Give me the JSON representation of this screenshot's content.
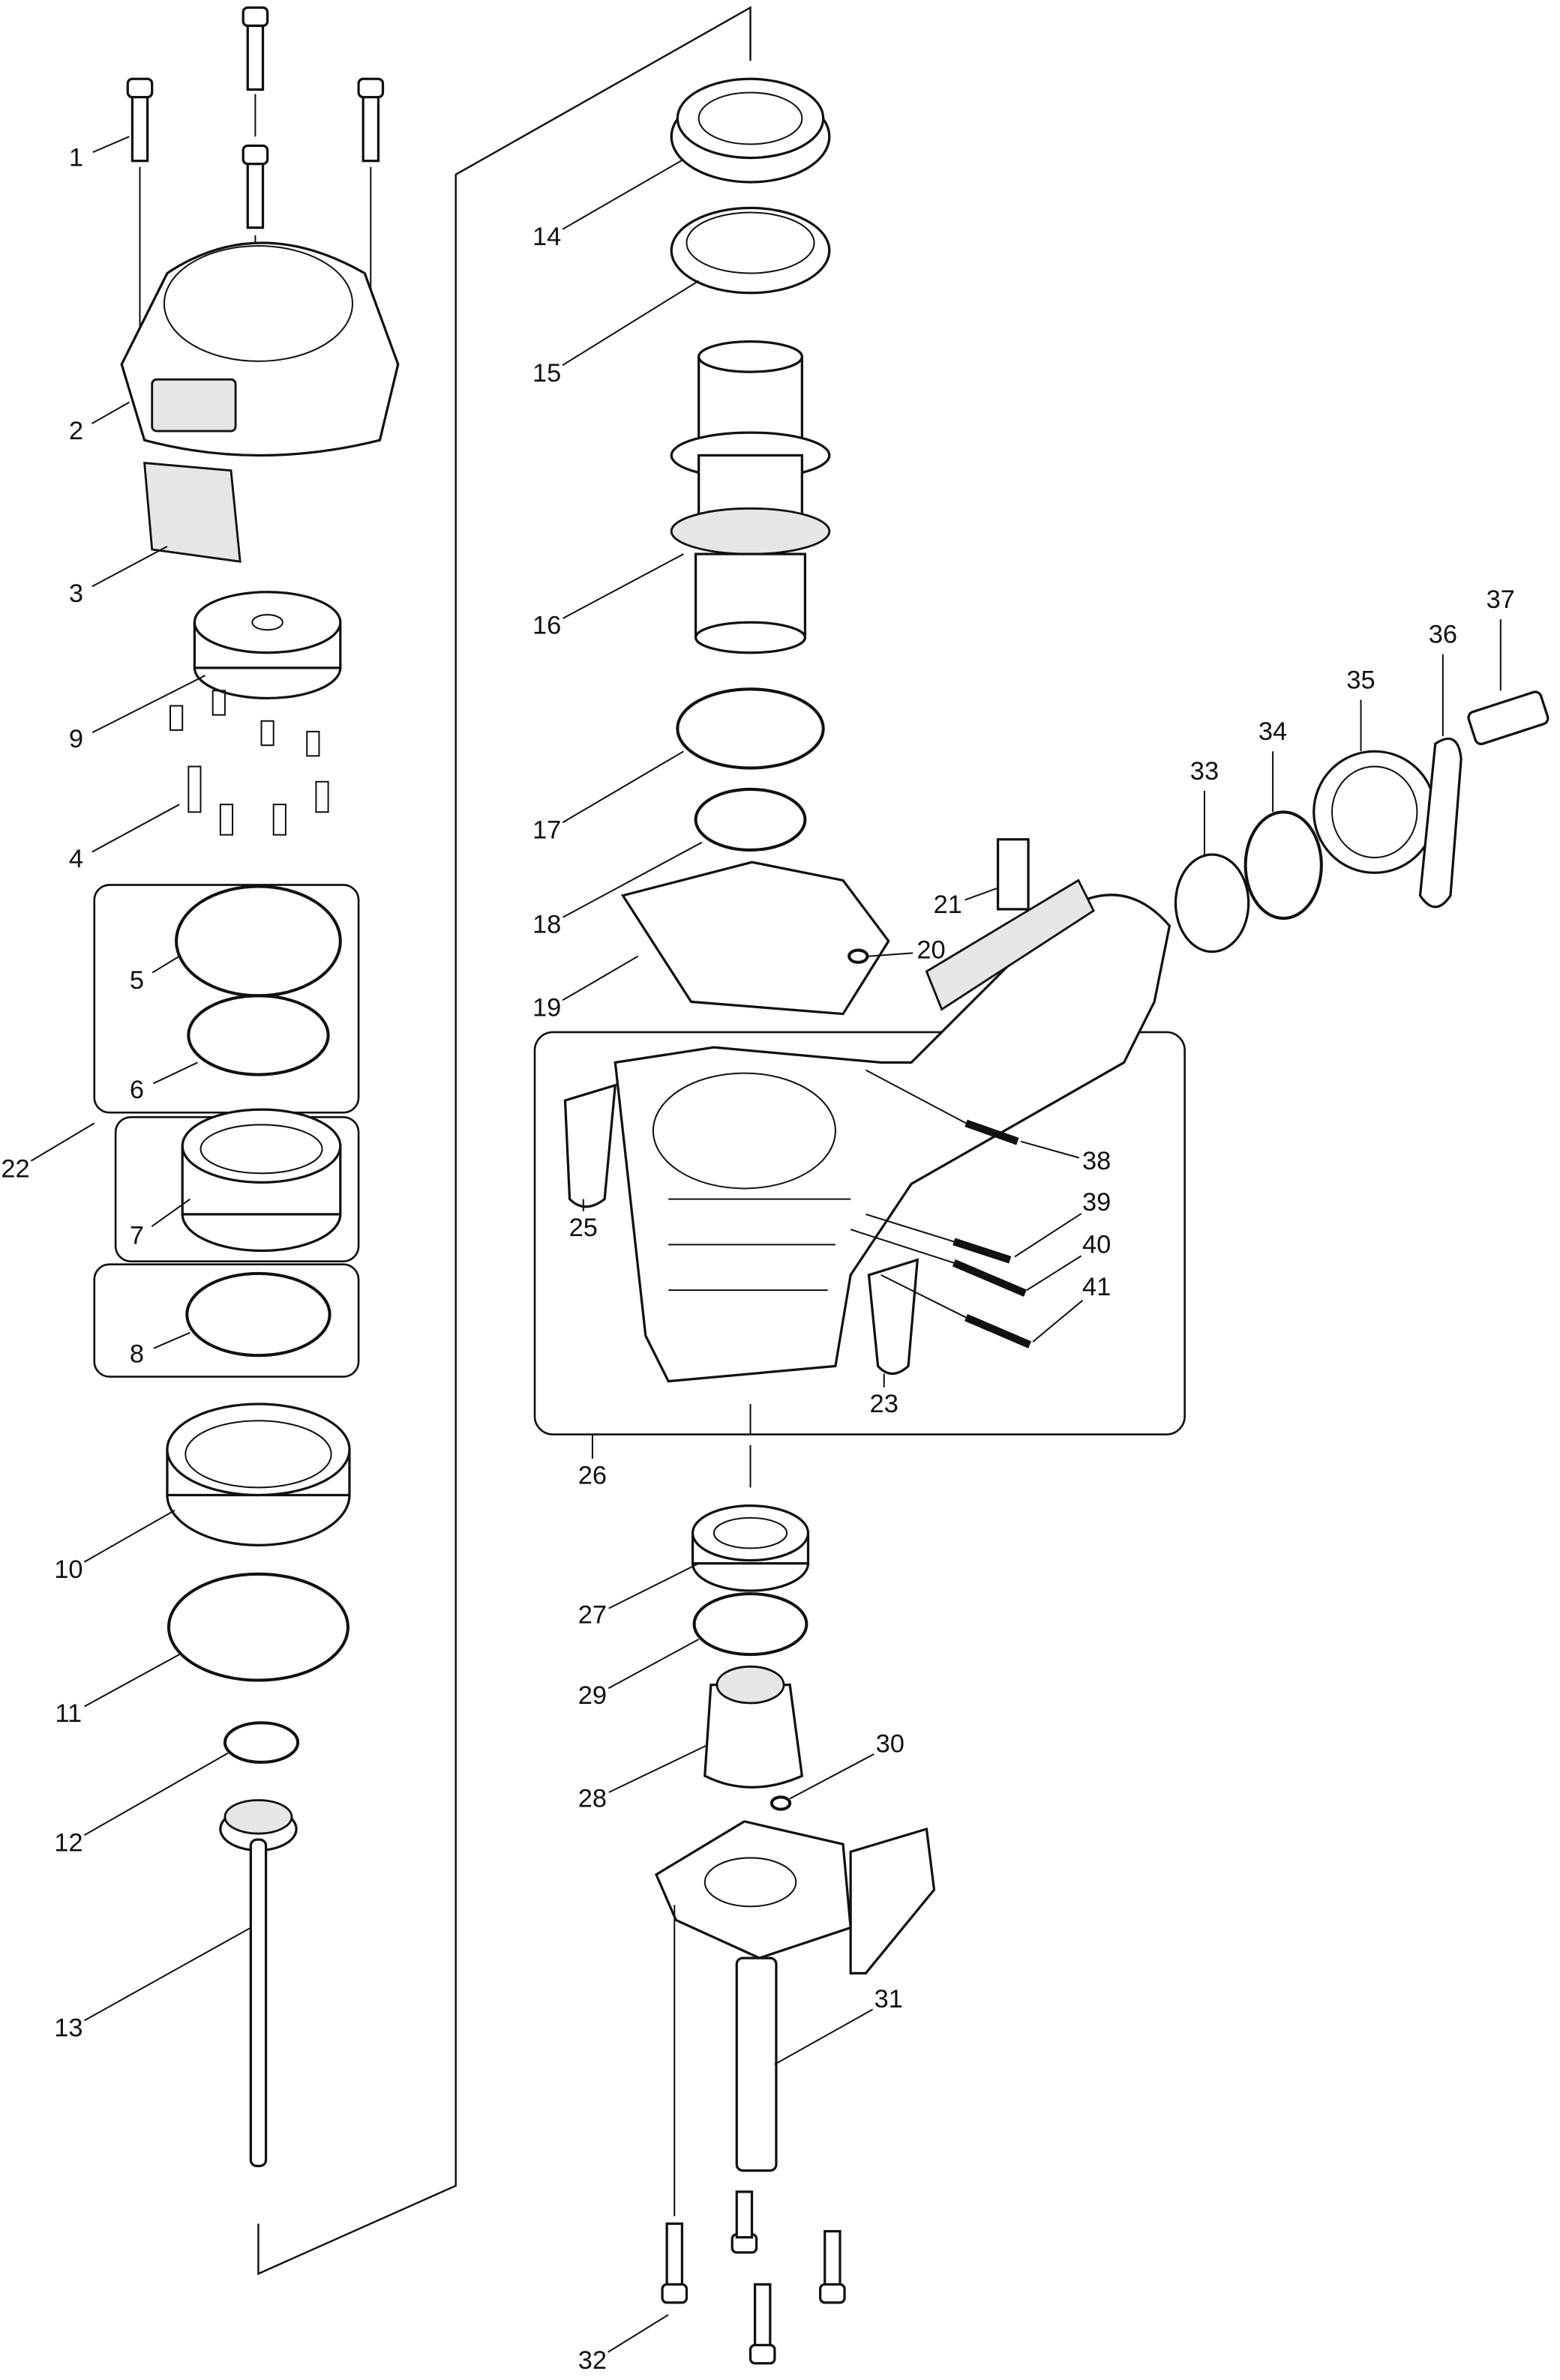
{
  "diagram": {
    "type": "exploded-parts-view",
    "part_numbers": [
      "1",
      "2",
      "3",
      "4",
      "5",
      "6",
      "7",
      "8",
      "9",
      "10",
      "11",
      "12",
      "13",
      "14",
      "15",
      "16",
      "17",
      "18",
      "19",
      "20",
      "21",
      "22",
      "23",
      "25",
      "26",
      "27",
      "28",
      "29",
      "30",
      "31",
      "32",
      "33",
      "34",
      "35",
      "36",
      "37",
      "38",
      "39",
      "40",
      "41"
    ]
  }
}
